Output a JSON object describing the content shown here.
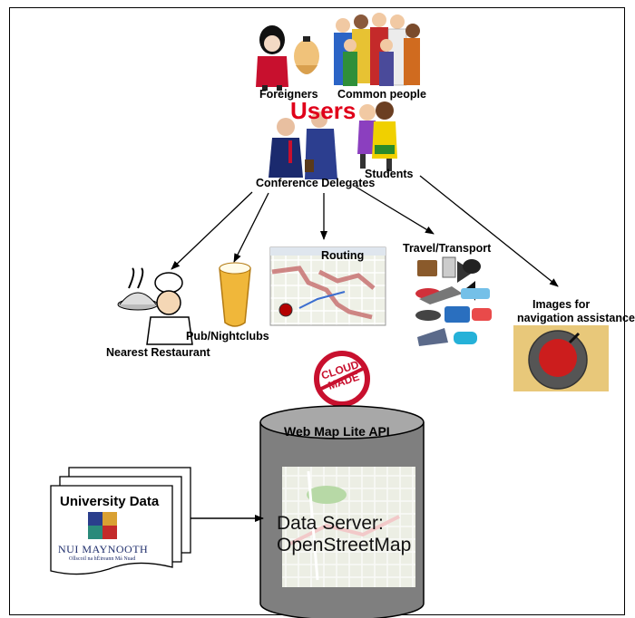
{
  "users_title": "Users",
  "user_groups": {
    "foreigners": "Foreigners",
    "common_people": "Common people",
    "students": "Students",
    "conference_delegates": "Conference Delegates"
  },
  "services": {
    "restaurant": "Nearest Restaurant",
    "pub": "Pub/Nightclubs",
    "routing": "Routing",
    "travel": "Travel/Transport",
    "images_line1": "Images for",
    "images_line2": "navigation assistance"
  },
  "api": {
    "logo_line1": "CLOUD",
    "logo_line2": "MADE",
    "label": "Web Map Lite API"
  },
  "university": {
    "title": "University Data",
    "name": "NUI MAYNOOTH",
    "subtitle": "Ollscoil na hÉireann Má Nuad"
  },
  "server": {
    "line1": "Data Server:",
    "line2": "OpenStreetMap"
  }
}
